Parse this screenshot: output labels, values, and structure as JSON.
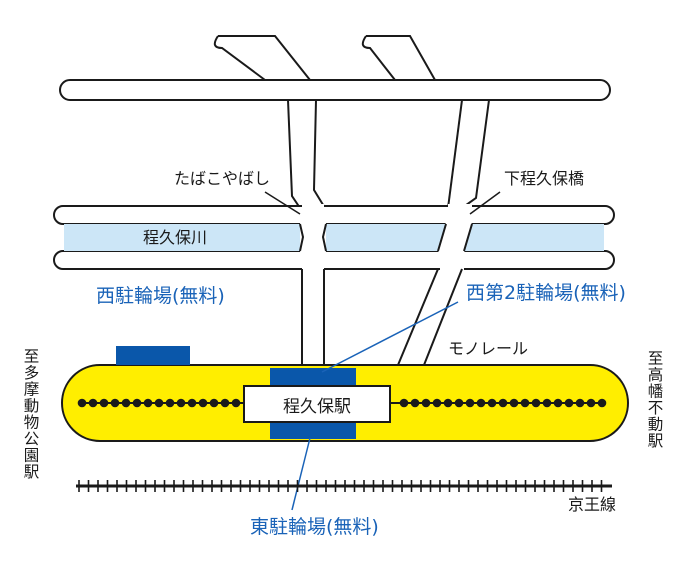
{
  "labels": {
    "bridge_tabakoyabashi": "たばこやばし",
    "bridge_shimohodokubo": "下程久保橋",
    "river": "程久保川",
    "west_parking": "西駐輪場(無料)",
    "west2_parking": "西第2駐輪場(無料)",
    "east_parking": "東駐輪場(無料)",
    "monorail": "モノレール",
    "station": "程久保駅",
    "to_left": "至多摩動物公園駅",
    "to_right": "至高幡不動駅",
    "keio_line": "京王線"
  },
  "colors": {
    "road_outline": "#1a1a1a",
    "river_fill": "#cce6f7",
    "monorail_fill": "#ffee00",
    "parking": "#0a57aa",
    "label_blue": "#1a63b8"
  }
}
